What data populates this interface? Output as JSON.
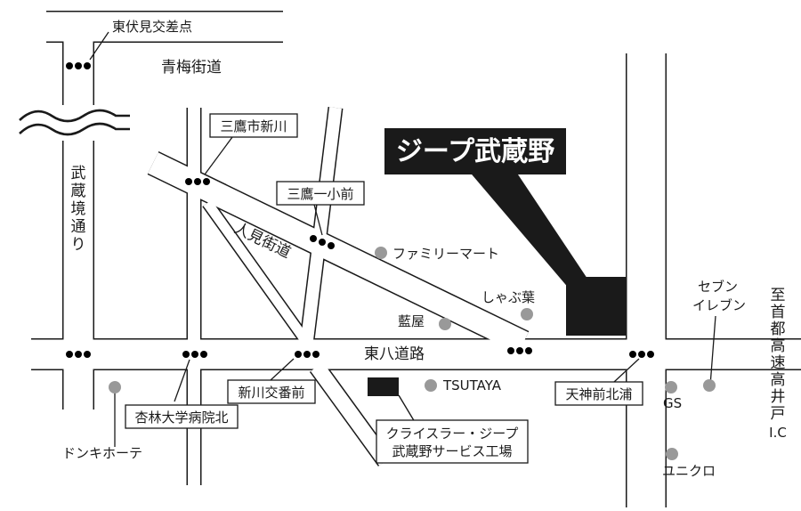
{
  "map": {
    "headline": "ジープ武蔵野",
    "colors": {
      "road_fill": "#ffffff",
      "road_stroke": "#1a1a1a",
      "headline_bg": "#1a1a1a",
      "headline_text": "#ffffff",
      "poi_dot": "#999999",
      "station_dot": "#000000"
    },
    "roads": {
      "ome_kaido": "青梅街道",
      "musashisakai_dori": "武蔵境通り",
      "hitomi_kaido": "人見街道",
      "higashi_hachi_doro": "東八道路",
      "expressway": "至首都高速高井戸I.C"
    },
    "bus_stops": {
      "higashifushimi": "東伏見交差点",
      "mitaka_shinkawa": "三鷹市新川",
      "mitaka_ichisho": "三鷹一小前",
      "kyorin_hospital": "杏林大学病院北",
      "shinkawa_koban": "新川交番前",
      "tenjinmae": "天神前北浦"
    },
    "landmarks": {
      "familymart": "ファミリーマート",
      "shabuyo": "しゃぶ葉",
      "aiya": "藍屋",
      "tsutaya": "TSUTAYA",
      "seven": "セブン\nイレブン",
      "gs": "GS",
      "uniqlo": "ユニクロ",
      "donki": "ドンキホーテ",
      "service_factory": "クライスラー・ジープ\n武蔵野サービス工場"
    }
  }
}
